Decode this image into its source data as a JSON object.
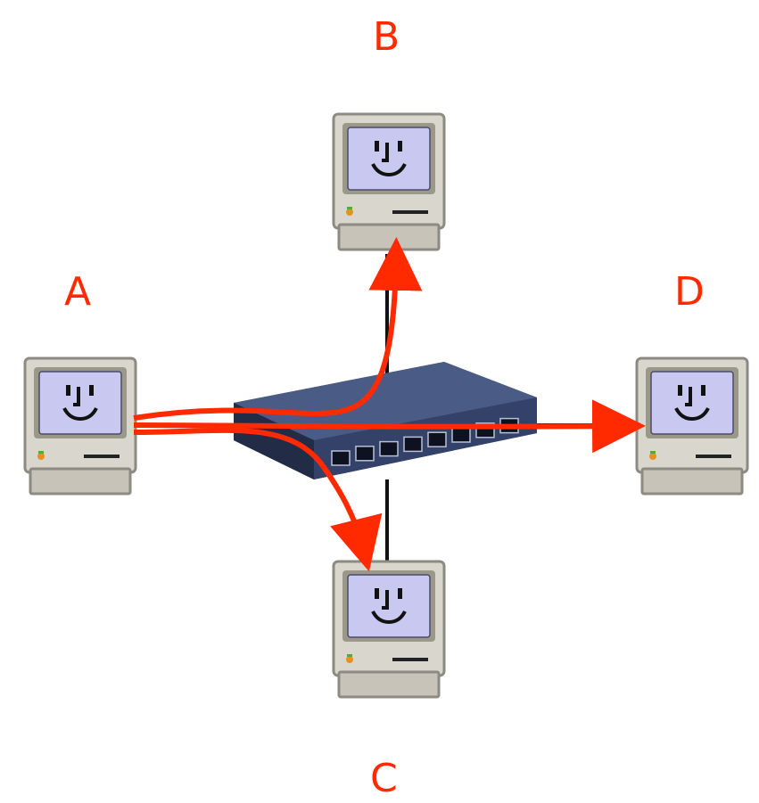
{
  "colors": {
    "accent": "#ff2a00",
    "cable": "#111111",
    "switch_body": "#3a4a72",
    "mac_case": "#d8d5cc",
    "mac_screen": "#c8c8f0"
  },
  "icons": {
    "computer": "classic-mac-computer-icon",
    "switch": "ethernet-switch-icon"
  },
  "nodes": {
    "a": {
      "label": "A"
    },
    "b": {
      "label": "B"
    },
    "c": {
      "label": "C"
    },
    "d": {
      "label": "D"
    }
  },
  "switch": {
    "port_count": 8
  },
  "flows": [
    {
      "from": "A",
      "to": "B"
    },
    {
      "from": "A",
      "to": "C"
    },
    {
      "from": "A",
      "to": "D"
    }
  ]
}
